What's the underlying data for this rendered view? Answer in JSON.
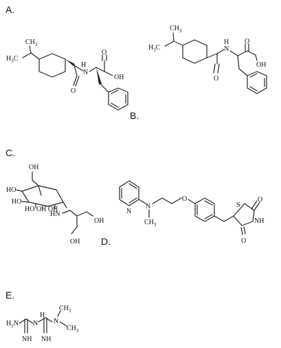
{
  "options": [
    {
      "label": "A."
    },
    {
      "label": "B."
    },
    {
      "label": "C."
    },
    {
      "label": "D."
    },
    {
      "label": "E."
    }
  ],
  "atoms": {
    "ch3": "CH",
    "h3c": "H",
    "c": "C",
    "three": "3",
    "n": "N",
    "h": "H",
    "o": "O",
    "oh": "OH",
    "ho": "HO",
    "hn": "HN",
    "nh": "NH",
    "h2n": "H",
    "two": "2",
    "s": "S",
    "ho_oh_oh": "HO OH OH"
  }
}
